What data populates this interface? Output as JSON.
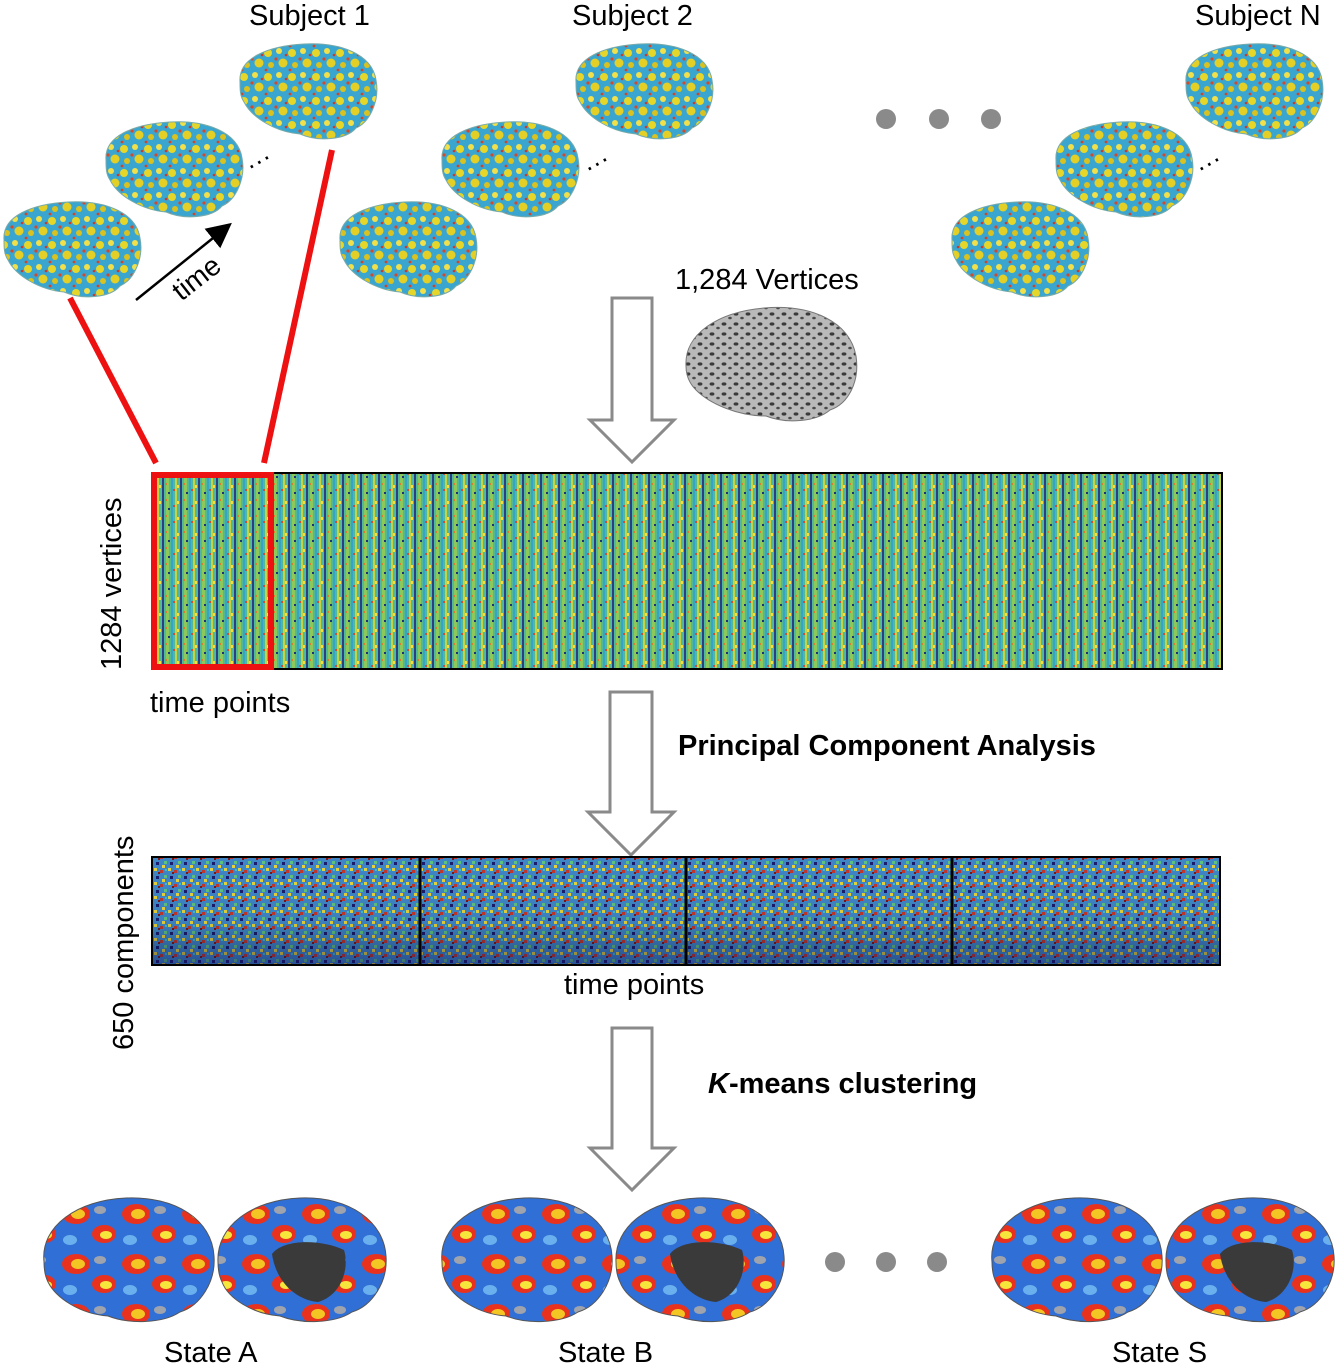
{
  "subjects": {
    "subject_1": "Subject 1",
    "subject_2": "Subject 2",
    "subject_n": "Subject N",
    "time_arrow_label": "time",
    "continuation": "..."
  },
  "vertices": {
    "label": "1,284 Vertices"
  },
  "matrix_vertices": {
    "y_label": "1284 vertices",
    "x_label": "time points"
  },
  "pca": {
    "label": "Principal Component Analysis"
  },
  "matrix_components": {
    "y_label": "650 components",
    "x_label": "time points"
  },
  "kmeans": {
    "label_italic": "K",
    "label_rest": "-means clustering"
  },
  "states": {
    "a": "State A",
    "b": "State B",
    "s": "State S"
  },
  "colors": {
    "highlight": "#ee1111",
    "arrow": "#8a8a8a",
    "dots": "#8a8a8a",
    "warm": "#f0d21e",
    "cool": "#2b8fd6",
    "red": "#e8321e",
    "blue": "#2d5fd0"
  }
}
